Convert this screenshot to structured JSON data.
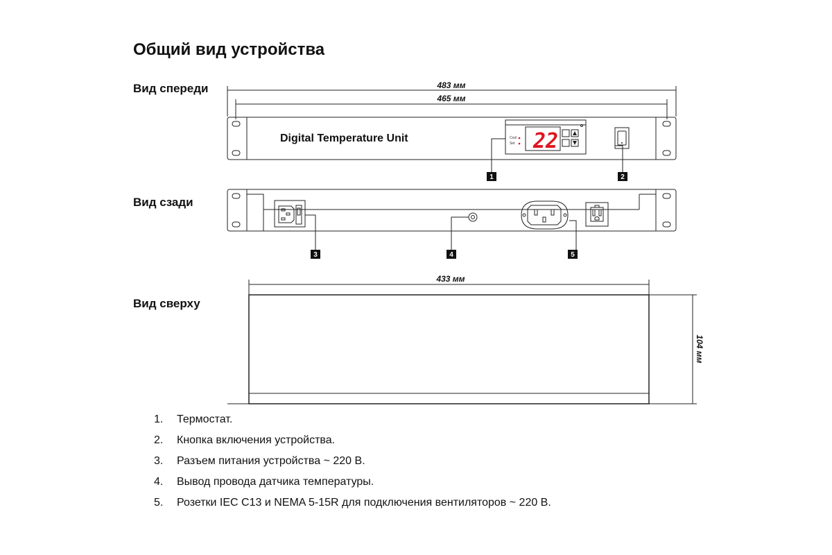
{
  "title": "Общий вид устройства",
  "sections": {
    "front": "Вид спереди",
    "back": "Вид сзади",
    "top": "Вид сверху"
  },
  "dimensions": {
    "overall_width": "483 мм",
    "mount_width": "465 мм",
    "body_width": "433 мм",
    "depth": "104 мм"
  },
  "front_panel": {
    "label": "Digital Temperature Unit",
    "display_value": "22",
    "cool_label": "Cool",
    "set_label": "Set"
  },
  "callouts": [
    "1",
    "2",
    "3",
    "4",
    "5"
  ],
  "legend": [
    {
      "num": "1.",
      "text": "Термостат."
    },
    {
      "num": "2.",
      "text": "Кнопка включения устройства."
    },
    {
      "num": "3.",
      "text": "Разъем питания устройства ~ 220 В."
    },
    {
      "num": "4.",
      "text": "Вывод провода датчика температуры."
    },
    {
      "num": "5.",
      "text": "Розетки IEC C13 и NEMA 5-15R для подключения вентиляторов ~ 220 В."
    }
  ],
  "colors": {
    "line": "#222222",
    "display_digits": "#e0141e",
    "callout_box": "#111111"
  }
}
